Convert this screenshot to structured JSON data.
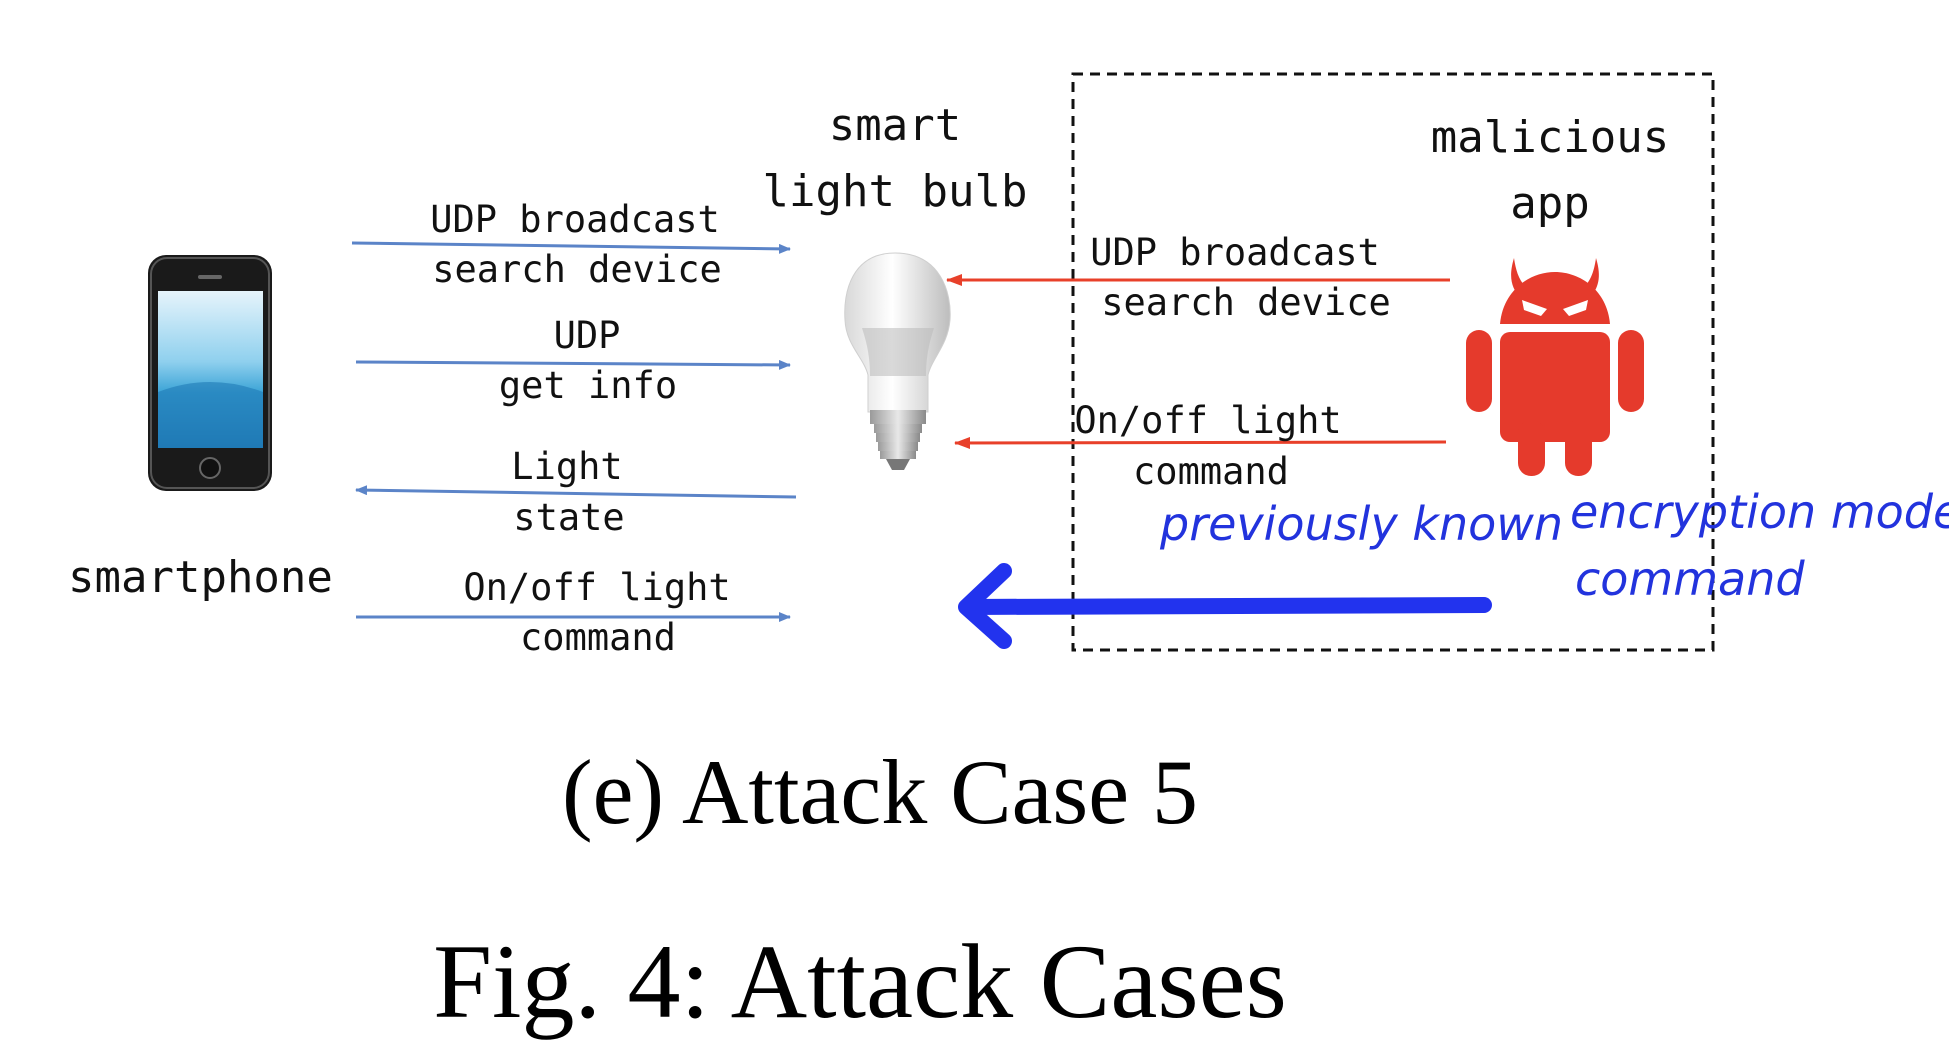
{
  "labels": {
    "smartphone": "smartphone",
    "bulb_line1": "smart",
    "bulb_line2": "light bulb",
    "malicious_line1": "malicious",
    "malicious_line2": "app"
  },
  "phone_messages": [
    {
      "line1": "UDP broadcast",
      "line2": "search device",
      "direction": "to-bulb"
    },
    {
      "line1": "UDP",
      "line2": "get info",
      "direction": "to-bulb"
    },
    {
      "line1": "Light",
      "line2": "state",
      "direction": "to-phone"
    },
    {
      "line1": "On/off light",
      "line2": "command",
      "direction": "to-bulb"
    }
  ],
  "attacker_messages": [
    {
      "line1": "UDP broadcast",
      "line2": "search device"
    },
    {
      "line1": "On/off light",
      "line2": "command"
    }
  ],
  "handwritten": {
    "line1a": "previously known",
    "line1b": "encryption mode",
    "line2": "command"
  },
  "subcaption": "(e) Attack Case 5",
  "figure_caption": "Fig. 4: Attack Cases",
  "colors": {
    "phone_arrow": "#5b84c8",
    "attack_arrow": "#e8402a",
    "handwritten": "#2233dd",
    "android": "#e53a2c"
  },
  "icons": {
    "phone": "smartphone-icon",
    "bulb": "light-bulb-icon",
    "attacker": "android-devil-icon"
  }
}
